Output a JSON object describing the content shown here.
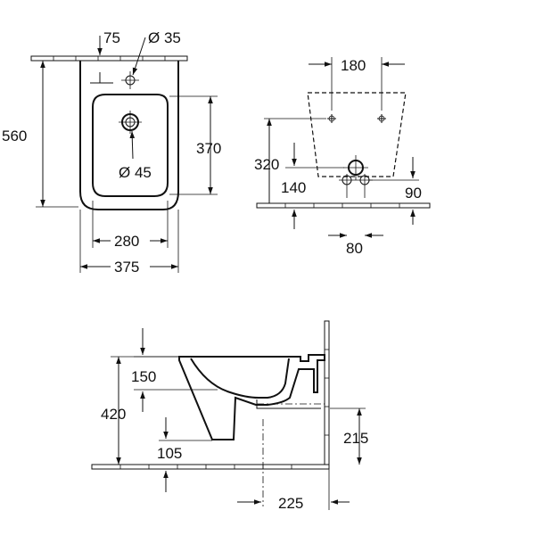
{
  "labels": {
    "top_view": {
      "d75": "75",
      "d35": "Ø 35",
      "d560": "560",
      "d370": "370",
      "d45": "Ø 45",
      "d280": "280",
      "d375": "375"
    },
    "front_view": {
      "d180": "180",
      "d320": "320",
      "d140": "140",
      "d90": "90",
      "d80": "80"
    },
    "side_view": {
      "d150": "150",
      "d420": "420",
      "d215": "215",
      "d105": "105",
      "d225": "225"
    }
  }
}
